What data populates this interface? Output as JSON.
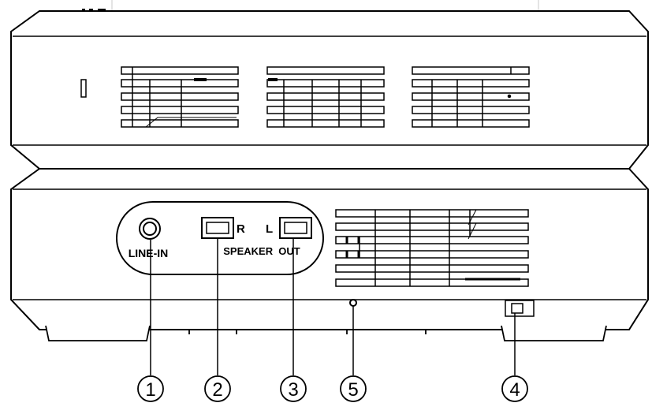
{
  "panel_labels": {
    "line_in": "LINE-IN",
    "speaker_right": "R",
    "speaker_left": "L",
    "speaker_out": "SPEAKER  OUT"
  },
  "callouts": [
    {
      "id": "line-in-jack",
      "number": "1"
    },
    {
      "id": "speaker-out-right",
      "number": "2"
    },
    {
      "id": "speaker-out-left",
      "number": "3"
    },
    {
      "id": "side-slider-switch",
      "number": "4"
    },
    {
      "id": "reset-hole",
      "number": "5"
    }
  ]
}
